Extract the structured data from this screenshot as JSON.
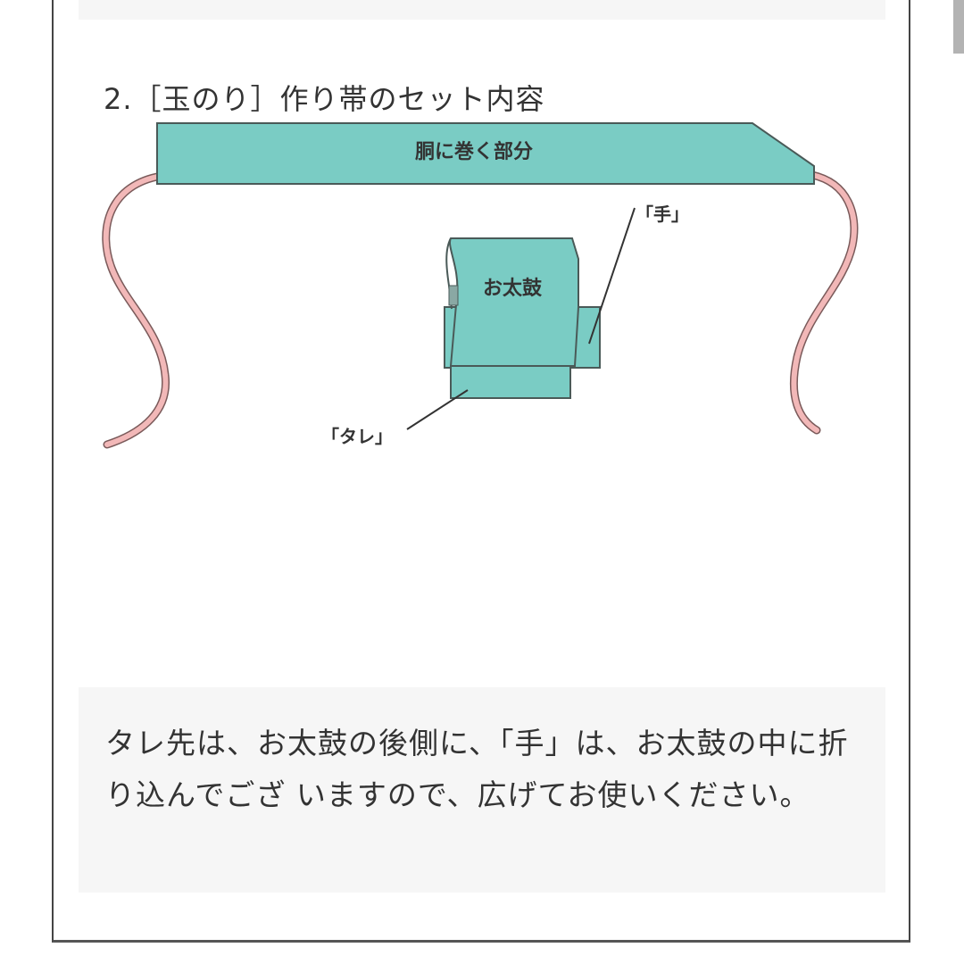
{
  "section": {
    "title": "2.［玉のり］作り帯のセット内容"
  },
  "diagram": {
    "labels": {
      "waist_band": "胴に巻く部分",
      "otaiko": "お太鼓",
      "te": "「手」",
      "tare": "「タレ」"
    },
    "colors": {
      "fabric": "#7accc4",
      "outline": "#4a5a58",
      "cord": "#f2b8b8",
      "cord_outline": "#7a5a5a"
    }
  },
  "caption": {
    "text": "タレ先は、お太鼓の後側に、「手」は、お太鼓の中に折り込んでござ いますので、広げてお使いください。"
  }
}
